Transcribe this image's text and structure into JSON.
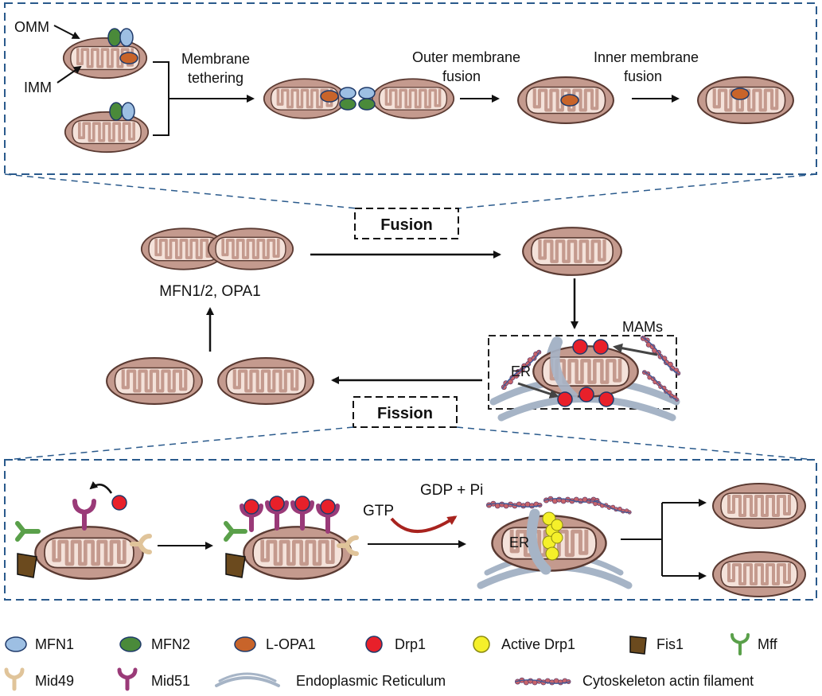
{
  "labels": {
    "omm": "OMM",
    "imm": "IMM",
    "membrane_tethering": [
      "Membrane",
      "tethering"
    ],
    "outer_membrane_fusion": [
      "Outer membrane",
      "fusion"
    ],
    "inner_membrane_fusion": [
      "Inner membrane",
      "fusion"
    ],
    "fusion": "Fusion",
    "fission": "Fission",
    "fusion_proteins": "MFN1/2, OPA1",
    "mams": "MAMs",
    "er": "ER",
    "gtp": "GTP",
    "gdp_pi": "GDP + Pi"
  },
  "legend": [
    {
      "id": "mfn1",
      "label": "MFN1",
      "color": "#9dbfe3"
    },
    {
      "id": "mfn2",
      "label": "MFN2",
      "color": "#4a8a3a"
    },
    {
      "id": "lopa1",
      "label": "L-OPA1",
      "color": "#c8642a"
    },
    {
      "id": "drp1",
      "label": "Drp1",
      "color": "#e8202a"
    },
    {
      "id": "active-drp1",
      "label": "Active Drp1",
      "color": "#f5f02a"
    },
    {
      "id": "fis1",
      "label": "Fis1",
      "color": "#6b4a1e"
    },
    {
      "id": "mff",
      "label": "Mff",
      "color": "#5aa04a"
    },
    {
      "id": "mid49",
      "label": "Mid49",
      "color": "#e0c49a"
    },
    {
      "id": "mid51",
      "label": "Mid51",
      "color": "#9a3a78"
    },
    {
      "id": "er",
      "label": "Endoplasmic Reticulum",
      "color": "#a6b4c6"
    },
    {
      "id": "actin",
      "label": "Cytoskeleton actin filament",
      "color": "#c8646a"
    }
  ],
  "colors": {
    "mito_outer": "#c49a8e",
    "mito_stroke": "#5a3a32",
    "mito_inner": "#f4e2da",
    "panel_border": "#2a5a8c",
    "er": "#a6b4c6",
    "gtp_arrow": "#a8231e"
  }
}
